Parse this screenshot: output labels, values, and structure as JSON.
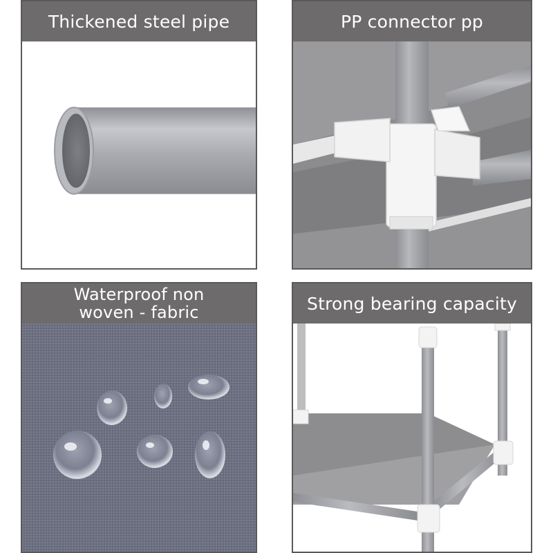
{
  "panels": [
    {
      "title": "Thickened steel pipe",
      "illustration": "steel-pipe"
    },
    {
      "title": "PP connector pp",
      "illustration": "pp-connector"
    },
    {
      "title": "Waterproof non woven - fabric",
      "title_lines": [
        "Waterproof non",
        "woven - fabric"
      ],
      "illustration": "water-droplets-on-fabric"
    },
    {
      "title": "Strong bearing capacity",
      "illustration": "shelf-frame"
    }
  ],
  "colors": {
    "header_bg": "#6d6b6b",
    "header_text": "#ffffff",
    "border": "#5a5858",
    "pipe_gray": "#a8a9ad",
    "fabric_blue_gray": "#6e7283",
    "connector_white": "#f4f4f4"
  }
}
